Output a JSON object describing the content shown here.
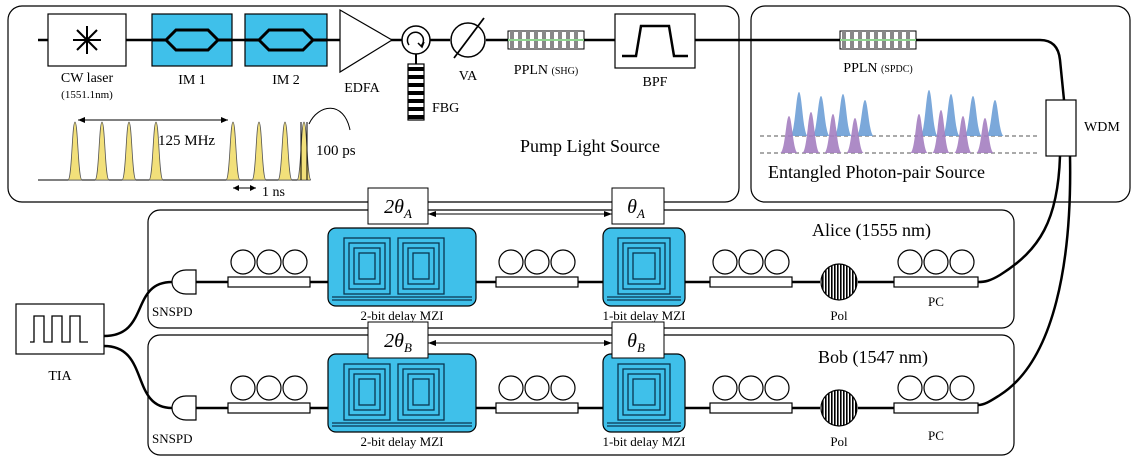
{
  "labels": {
    "cw_laser": "CW laser",
    "cw_laser_wavelength": "(1551.1nm)",
    "im1": "IM 1",
    "im2": "IM 2",
    "edfa": "EDFA",
    "va": "VA",
    "fbg": "FBG",
    "ppln_shg": "PPLN",
    "ppln_shg_sub": "(SHG)",
    "bpf": "BPF",
    "ppln_spdc": "PPLN",
    "ppln_spdc_sub": "(SPDC)",
    "wdm": "WDM",
    "pump_source": "Pump Light Source",
    "entangled_source": "Entangled Photon-pair Source",
    "rep_rate": "125 MHz",
    "pulse_width": "100 ps",
    "pulse_spacing": "1 ns",
    "tia": "TIA"
  },
  "arms": {
    "alice": {
      "title": "Alice (1555 nm)",
      "phase_2bit": "2θ",
      "phase_2bit_sub": "A",
      "phase_1bit": "θ",
      "phase_1bit_sub": "A",
      "snspd": "SNSPD",
      "mzi_2bit": "2-bit delay MZI",
      "mzi_1bit": "1-bit delay MZI",
      "pol": "Pol",
      "pc": "PC"
    },
    "bob": {
      "title": "Bob (1547 nm)",
      "phase_2bit": "2θ",
      "phase_2bit_sub": "B",
      "phase_1bit": "θ",
      "phase_1bit_sub": "B",
      "snspd": "SNSPD",
      "mzi_2bit": "2-bit delay MZI",
      "mzi_1bit": "1-bit delay MZI",
      "pol": "Pol",
      "pc": "PC"
    }
  },
  "colors": {
    "modulator_fill": "#3fc0ea",
    "pulse_fill": "#f2e07a",
    "ppln_stripe": "#8fd48f",
    "peak_blue": "#6d9fd6",
    "peak_purple": "#a57fc0"
  }
}
